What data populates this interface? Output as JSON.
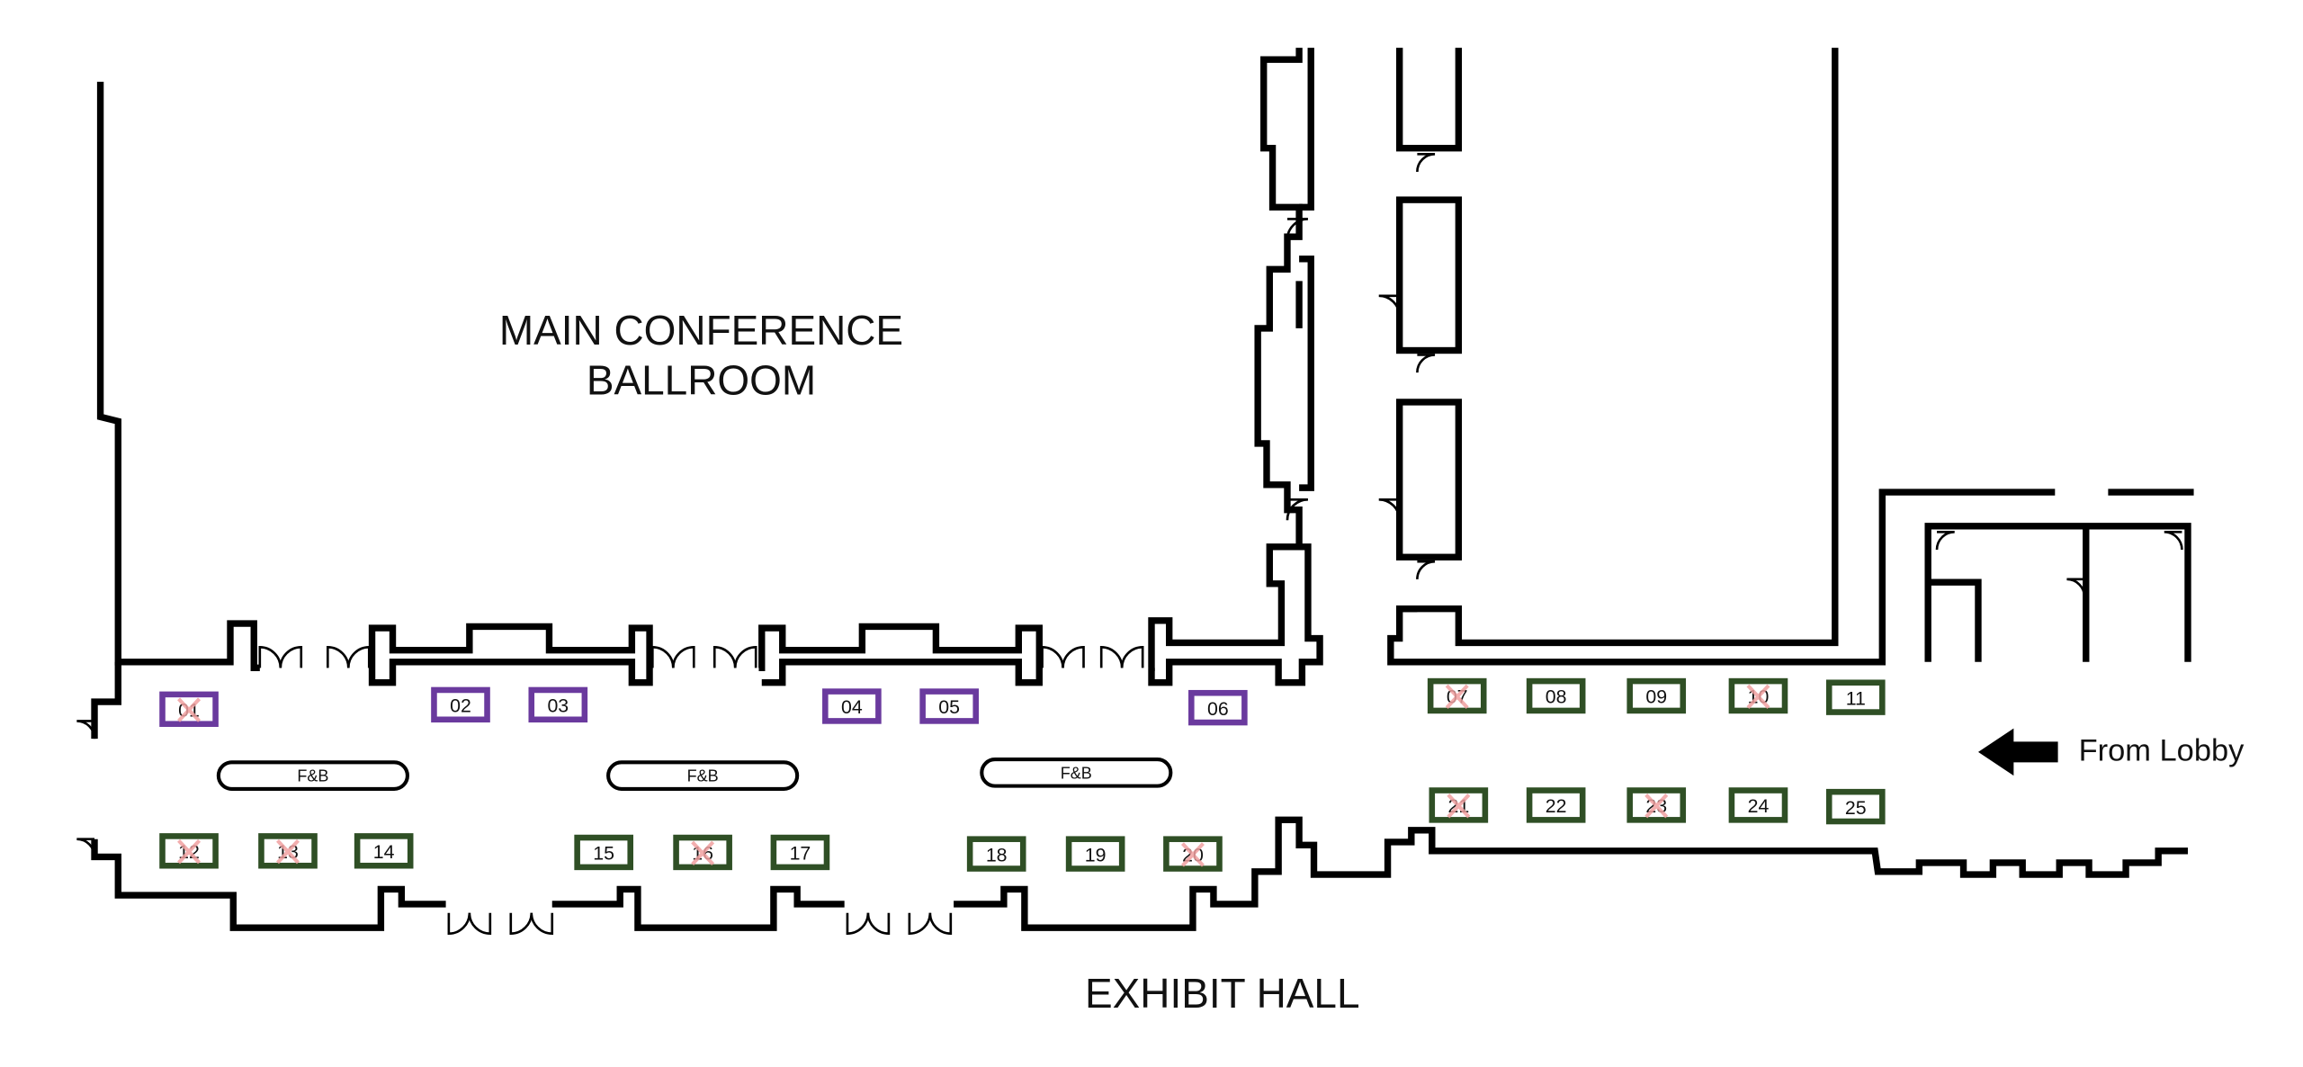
{
  "rooms": {
    "ballroom": [
      "MAIN CONFERENCE",
      "BALLROOM"
    ],
    "exhibit_hall": "EXHIBIT HALL",
    "lobby_direction": "From Lobby"
  },
  "fnb_stations": [
    "F&B",
    "F&B",
    "F&B"
  ],
  "colors": {
    "purple_booth": "#6a3a9e",
    "green_booth": "#2f4f25",
    "taken_mark": "#f0a0a0",
    "wall": "#000000"
  },
  "booths": [
    {
      "id": "01",
      "tier": "purple",
      "taken": true
    },
    {
      "id": "02",
      "tier": "purple",
      "taken": false
    },
    {
      "id": "03",
      "tier": "purple",
      "taken": false
    },
    {
      "id": "04",
      "tier": "purple",
      "taken": false
    },
    {
      "id": "05",
      "tier": "purple",
      "taken": false
    },
    {
      "id": "06",
      "tier": "purple",
      "taken": false
    },
    {
      "id": "07",
      "tier": "green",
      "taken": true
    },
    {
      "id": "08",
      "tier": "green",
      "taken": false
    },
    {
      "id": "09",
      "tier": "green",
      "taken": false
    },
    {
      "id": "10",
      "tier": "green",
      "taken": true
    },
    {
      "id": "11",
      "tier": "green",
      "taken": false
    },
    {
      "id": "12",
      "tier": "green",
      "taken": true
    },
    {
      "id": "13",
      "tier": "green",
      "taken": true
    },
    {
      "id": "14",
      "tier": "green",
      "taken": false
    },
    {
      "id": "15",
      "tier": "green",
      "taken": false
    },
    {
      "id": "16",
      "tier": "green",
      "taken": true
    },
    {
      "id": "17",
      "tier": "green",
      "taken": false
    },
    {
      "id": "18",
      "tier": "green",
      "taken": false
    },
    {
      "id": "19",
      "tier": "green",
      "taken": false
    },
    {
      "id": "20",
      "tier": "green",
      "taken": true
    },
    {
      "id": "21",
      "tier": "green",
      "taken": true
    },
    {
      "id": "22",
      "tier": "green",
      "taken": false
    },
    {
      "id": "23",
      "tier": "green",
      "taken": true
    },
    {
      "id": "24",
      "tier": "green",
      "taken": false
    },
    {
      "id": "25",
      "tier": "green",
      "taken": false
    }
  ]
}
